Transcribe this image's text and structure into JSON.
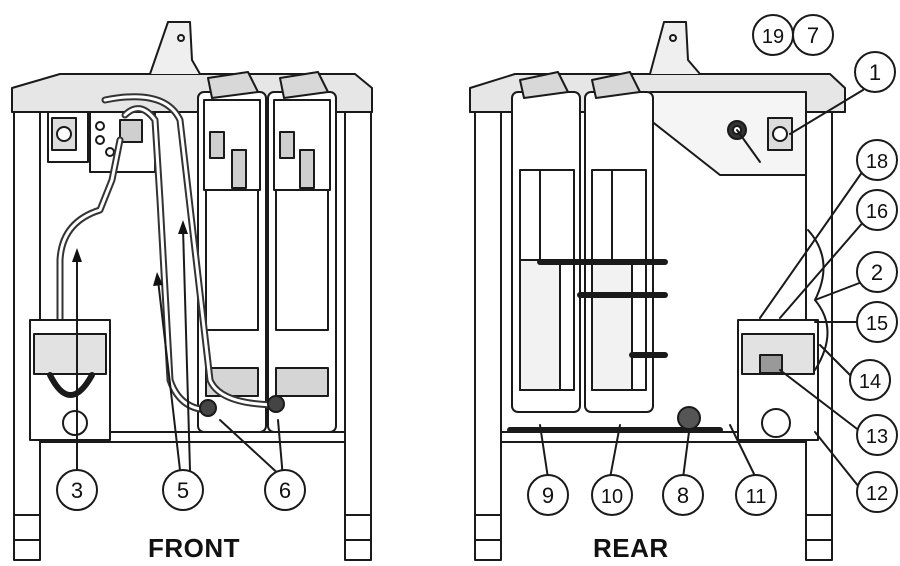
{
  "views": {
    "front": {
      "label": "FRONT"
    },
    "rear": {
      "label": "REAR"
    }
  },
  "callouts": {
    "front": [
      "3",
      "5",
      "6"
    ],
    "rear": [
      "19",
      "7",
      "1",
      "18",
      "16",
      "2",
      "15",
      "14",
      "13",
      "12",
      "9",
      "10",
      "8",
      "11"
    ]
  }
}
